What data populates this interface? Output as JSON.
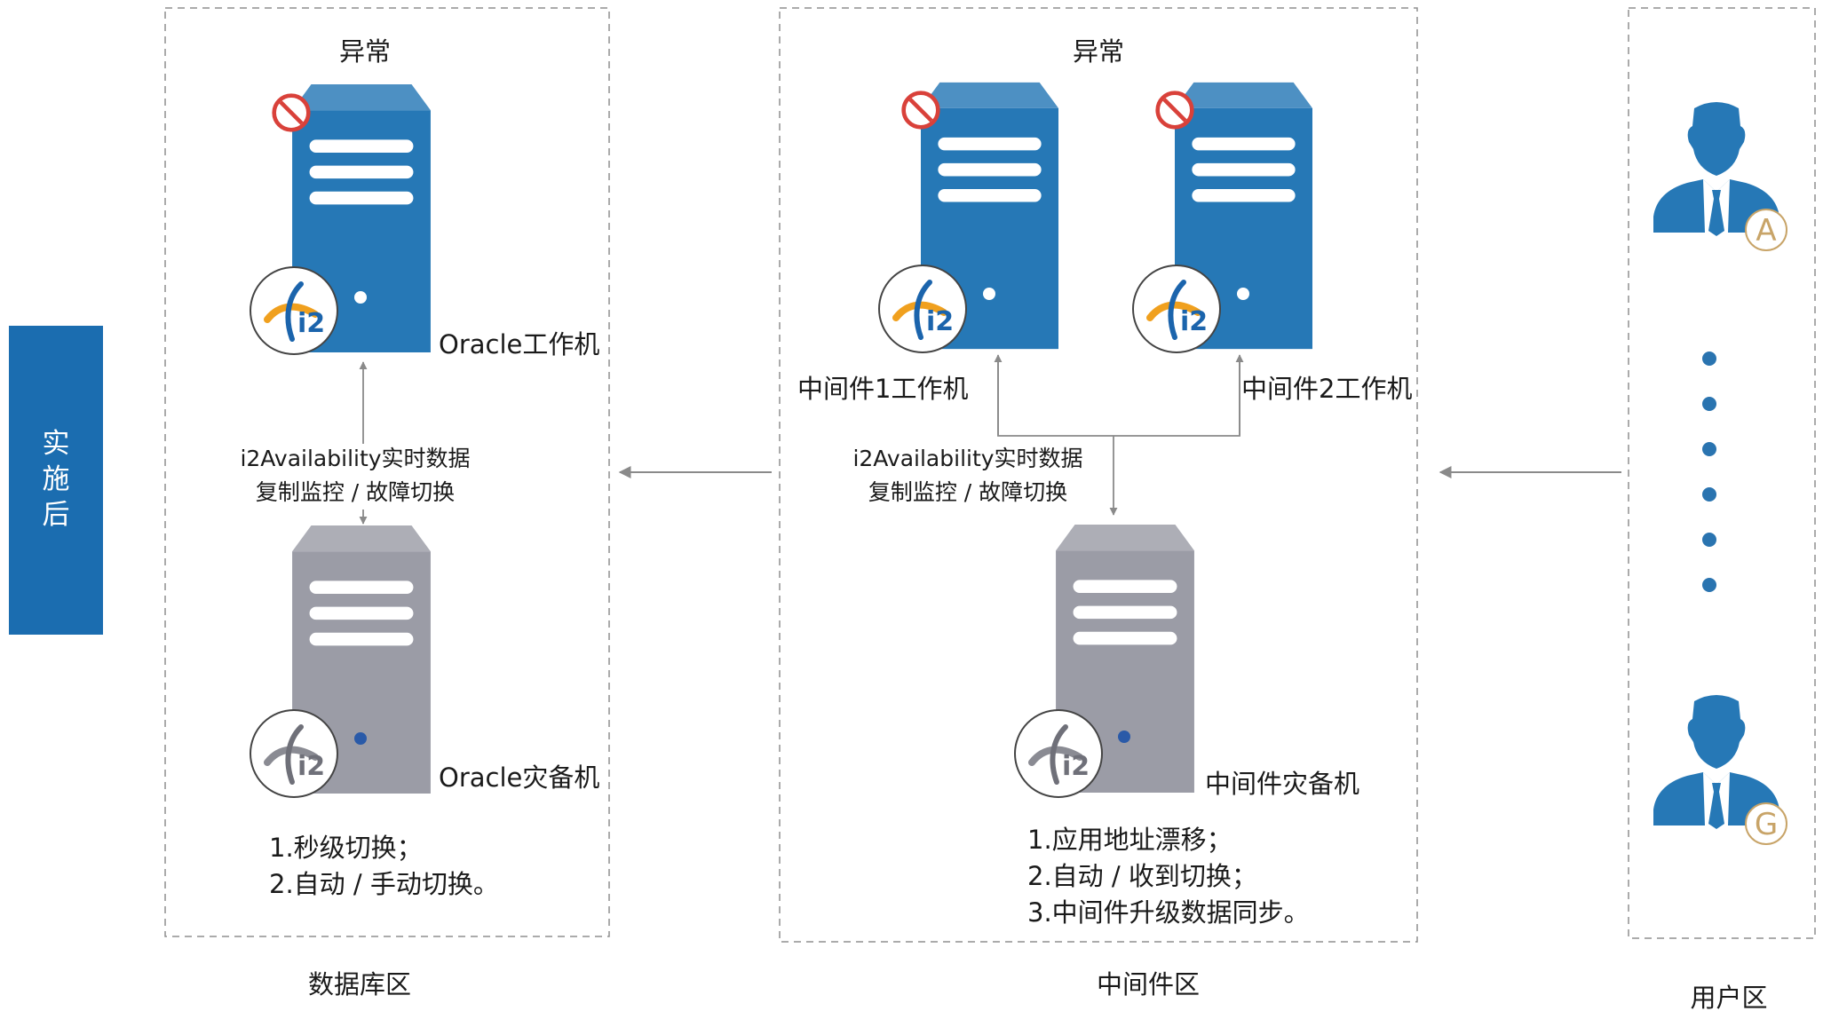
{
  "side_label": {
    "lines": [
      "实",
      "施",
      "后"
    ]
  },
  "zones": {
    "database": "数据库区",
    "middleware": "中间件区",
    "user": "用户区"
  },
  "database_zone": {
    "status": "异常",
    "primary_label": "Oracle工作机",
    "standby_label": "Oracle灾备机",
    "replication": [
      "i2Availability实时数据",
      "复制监控 / 故障切换"
    ],
    "notes": [
      "1.秒级切换；",
      "2.自动 / 手动切换。"
    ]
  },
  "middleware_zone": {
    "status": "异常",
    "primary1_label": "中间件1工作机",
    "primary2_label": "中间件2工作机",
    "standby_label": "中间件灾备机",
    "replication": [
      "i2Availability实时数据",
      "复制监控 / 故障切换"
    ],
    "notes": [
      "1.应用地址漂移；",
      "2.自动 / 收到切换；",
      "3.中间件升级数据同步。"
    ]
  },
  "user_zone": {
    "users": [
      "A",
      "G"
    ]
  },
  "logo_text": "i2",
  "colors": {
    "side_box": "#1b6db0",
    "active_server": "#2678b6",
    "standby_server": "#9b9ca6",
    "user": "#2678b6",
    "dot": "#2a74b0",
    "error": "#d9413a",
    "logo_orange": "#f0a01e",
    "logo_blue": "#1b64ac",
    "user_letter": "#c8a468"
  },
  "icons": [
    "error-badge-icon",
    "i2-logo-icon",
    "user-avatar-icon",
    "arrow-left-icon"
  ]
}
